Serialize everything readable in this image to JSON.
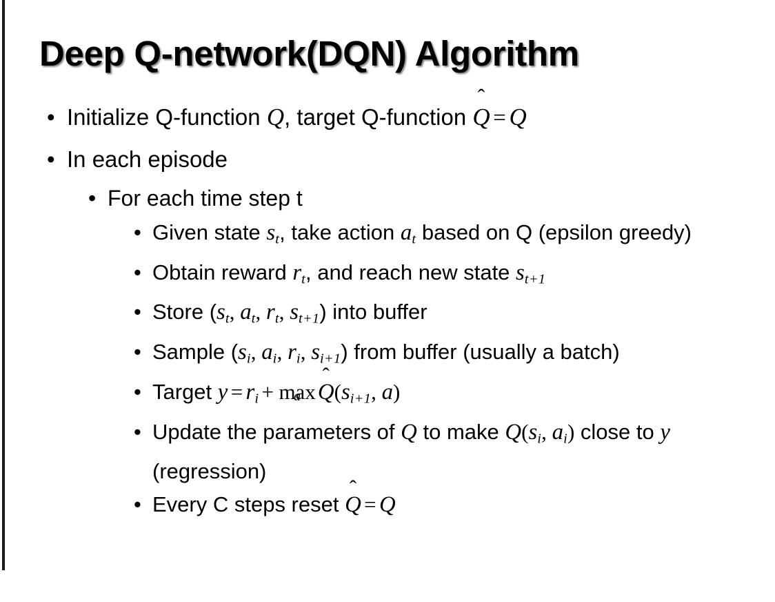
{
  "slide": {
    "title": "Deep Q-network(DQN) Algorithm",
    "background_color": "#ffffff",
    "text_color": "#000000",
    "accent_rule_color": "#1a1a1a",
    "bullet_glyph": "•"
  },
  "content": {
    "l1_initialize": {
      "pre": "Initialize Q-function ",
      "q1": "Q",
      "mid": ", target Q-function ",
      "qhat": "Q",
      "hat": "̂",
      "eq": "=",
      "q2": "Q"
    },
    "l1_episode": {
      "text": "In each episode"
    },
    "l2_timestep": {
      "text": "For each time step t"
    },
    "l3_given_state": {
      "pre": "Given state ",
      "s": "s",
      "s_sub": "t",
      "mid": ", take action ",
      "a": "a",
      "a_sub": "t",
      "post": " based on Q (epsilon greedy)"
    },
    "l3_obtain_reward": {
      "pre": "Obtain reward ",
      "r": "r",
      "r_sub": "t",
      "mid": ", and reach new state ",
      "s": "s",
      "s_sub": "t+1"
    },
    "l3_store": {
      "pre": "Store (",
      "s1": "s",
      "s1_sub": "t",
      "c1": ", ",
      "a1": "a",
      "a1_sub": "t",
      "c2": ", ",
      "r1": "r",
      "r1_sub": "t",
      "c3": ", ",
      "s2": "s",
      "s2_sub": "t+1",
      "post": ") into buffer"
    },
    "l3_sample": {
      "pre": "Sample (",
      "s1": "s",
      "s1_sub": "i",
      "c1": ", ",
      "a1": "a",
      "a1_sub": "i",
      "c2": ", ",
      "r1": "r",
      "r1_sub": "i",
      "c3": ", ",
      "s2": "s",
      "s2_sub": "i+1",
      "post": ") from buffer (usually a batch)"
    },
    "l3_target": {
      "pre": "Target ",
      "y": "y",
      "eq": "=",
      "r": "r",
      "r_sub": "i",
      "plus": "+",
      "max": "max",
      "max_sub": "a",
      "qhat": "Q",
      "hat": "̂",
      "paren_open": "(",
      "s": "s",
      "s_sub": "i+1",
      "comma": ", ",
      "a": "a",
      "paren_close": ")"
    },
    "l3_update": {
      "pre": "Update the parameters of ",
      "q1": "Q",
      "mid": " to make ",
      "q2": "Q",
      "paren_open": "(",
      "s": "s",
      "s_sub": "i",
      "comma": ", ",
      "a": "a",
      "a_sub": "i",
      "paren_close": ")",
      "post": " close to ",
      "y": "y",
      "tail": " (regression)"
    },
    "l3_reset": {
      "pre": "Every C steps reset ",
      "qhat": "Q",
      "hat": "̂",
      "eq": "=",
      "q": "Q"
    }
  }
}
